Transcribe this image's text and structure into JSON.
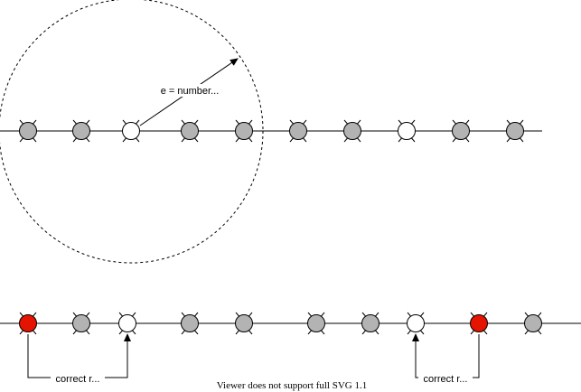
{
  "diagram": {
    "top_row": {
      "nodes": [
        "gray",
        "gray",
        "white",
        "gray",
        "gray",
        "gray",
        "gray",
        "white",
        "gray",
        "gray"
      ]
    },
    "bottom_row": {
      "nodes": [
        "red",
        "gray",
        "white",
        "gray",
        "gray",
        "gray",
        "gray",
        "white",
        "red",
        "gray"
      ]
    },
    "radius_label": "e = number...",
    "connector_labels": [
      "correct r...",
      "correct r..."
    ],
    "footer_note": "Viewer does not support full SVG 1.1"
  },
  "colors": {
    "gray": "#b3b3b3",
    "white": "#ffffff",
    "red": "#e51400",
    "stroke": "#000000"
  }
}
